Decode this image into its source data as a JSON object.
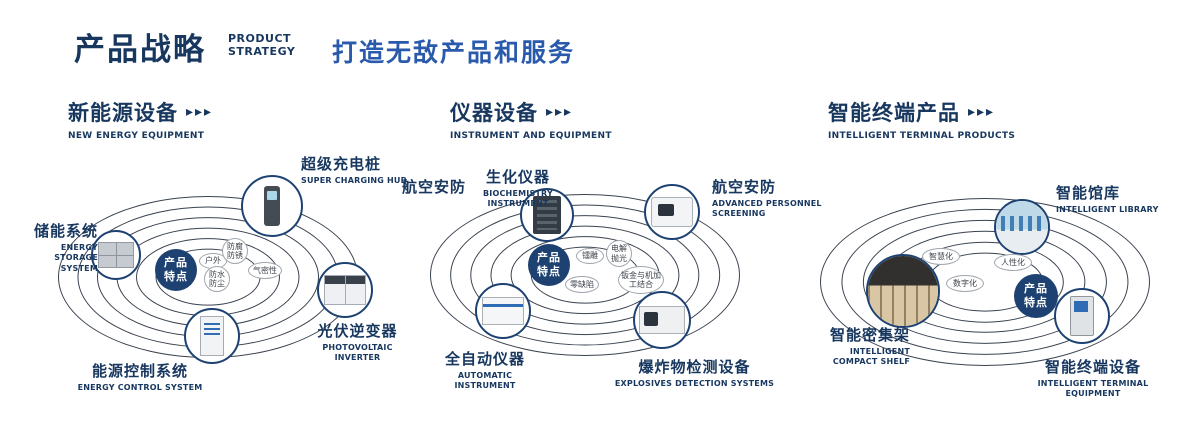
{
  "header": {
    "title": "产品战略",
    "subtitle_line1": "PRODUCT",
    "subtitle_line2": "STRATEGY",
    "slogan": "打造无敌产品和服务"
  },
  "badge": {
    "top": "产品",
    "bottom": "特点"
  },
  "colors": {
    "navy": "#17375f",
    "blue": "#2a5aab",
    "badge": "#1d4272"
  },
  "sections": [
    {
      "title": "新能源设备",
      "subtitle": "NEW ENERGY EQUIPMENT",
      "arrows": "▸▸▸",
      "features": [
        "户外",
        "防腐防锈",
        "气密性",
        "防水防尘"
      ],
      "items": [
        {
          "label": "储能系统",
          "sublabel": "ENERGY STORAGE SYSTEM"
        },
        {
          "label": "超级充电桩",
          "sublabel": "SUPER CHARGING HUB"
        },
        {
          "label": "光伏逆变器",
          "sublabel": "PHOTOVOLTAIC INVERTER"
        },
        {
          "label": "能源控制系统",
          "sublabel": "ENERGY CONTROL SYSTEM"
        }
      ]
    },
    {
      "title": "仪器设备",
      "subtitle": "INSTRUMENT AND EQUIPMENT",
      "arrows": "▸▸▸",
      "extra_label": "航空安防",
      "features": [
        "镭雕",
        "电解抛光",
        "零缺陷",
        "钣金与机加工结合"
      ],
      "items": [
        {
          "label": "生化仪器",
          "sublabel": "BIOCHEMISTRY INSTRUMENT"
        },
        {
          "label": "航空安防",
          "sublabel": "ADVANCED PERSONNEL SCREENING"
        },
        {
          "label": "全自动仪器",
          "sublabel": "AUTOMATIC INSTRUMENT"
        },
        {
          "label": "爆炸物检测设备",
          "sublabel": "EXPLOSIVES DETECTION SYSTEMS"
        }
      ]
    },
    {
      "title": "智能终端产品",
      "subtitle": "INTELLIGENT TERMINAL PRODUCTS",
      "arrows": "▸▸▸",
      "features": [
        "智慧化",
        "人性化",
        "数字化"
      ],
      "items": [
        {
          "label": "智能馆库",
          "sublabel": "INTELLIGENT LIBRARY"
        },
        {
          "label": "智能密集架",
          "sublabel": "INTELLIGENT COMPACT SHELF"
        },
        {
          "label": "智能终端设备",
          "sublabel": "INTELLIGENT TERMINAL EQUIPMENT"
        }
      ]
    }
  ]
}
